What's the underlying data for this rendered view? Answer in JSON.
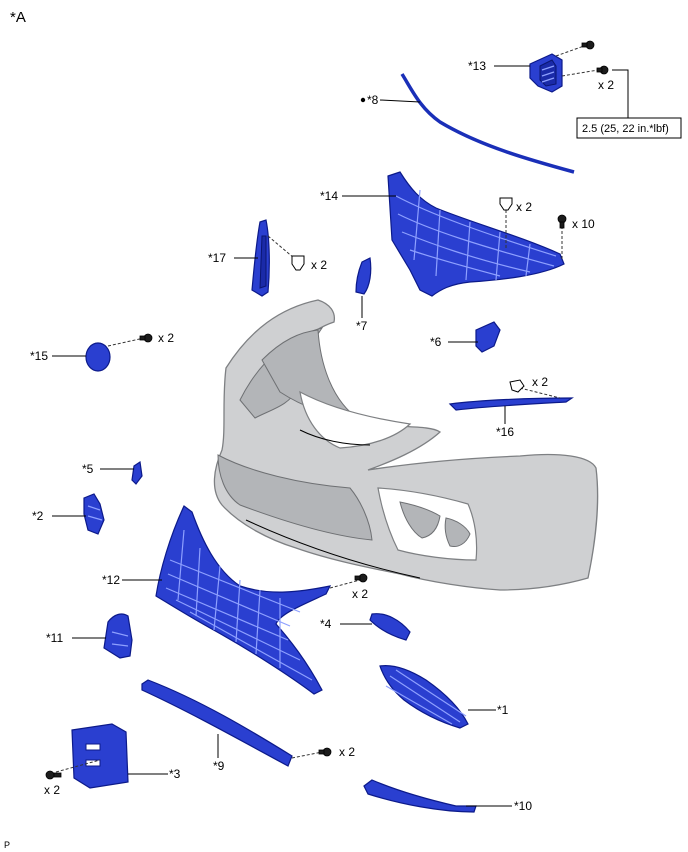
{
  "header_label": "*A",
  "footer_label": "P",
  "torque_spec": "2.5 (25, 22 in.*lbf)",
  "part_labels": {
    "p1": "*1",
    "p2": "*2",
    "p3": "*3",
    "p4": "*4",
    "p5": "*5",
    "p6": "*6",
    "p7": "*7",
    "p8": "*8",
    "p9": "*9",
    "p10": "*10",
    "p11": "*11",
    "p12": "*12",
    "p13": "*13",
    "p14": "*14",
    "p15": "*15",
    "p16": "*16",
    "p17": "*17"
  },
  "fastener_quantities": {
    "bracket_13_bolt": "x 2",
    "grille_14_clip": "x 2",
    "grille_14_screw": "x 10",
    "cover_17_clip": "x 2",
    "cover_15_screw": "x 2",
    "molding_16_clip": "x 2",
    "grille_12_screw": "x 2",
    "molding_9_screw": "x 2",
    "bracket_3_screw": "x 2"
  },
  "colors": {
    "part": "#2a3fd0",
    "bumper": "#cfd0d2",
    "fastener": "#1c1c1c"
  }
}
